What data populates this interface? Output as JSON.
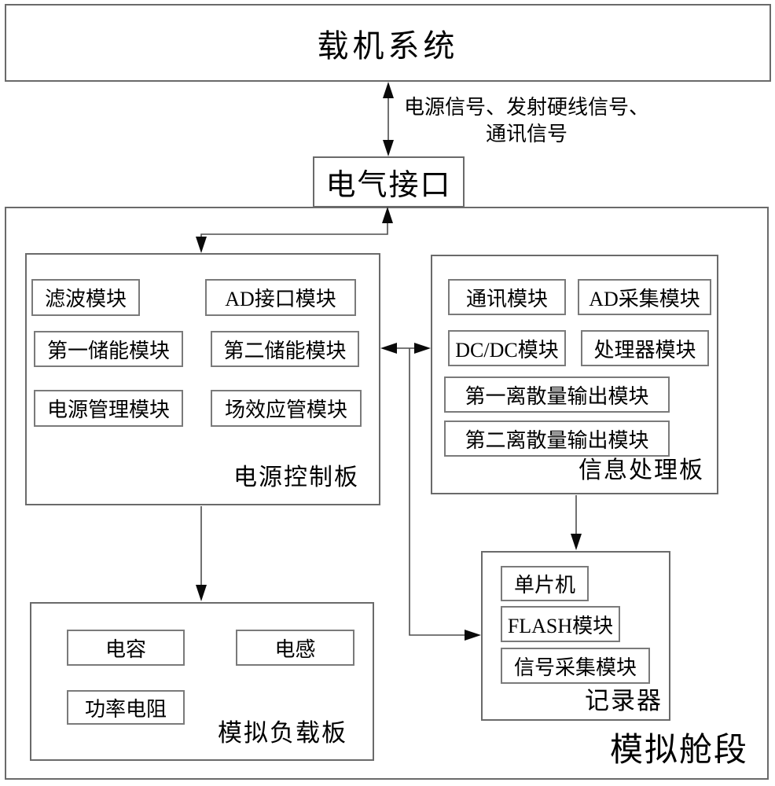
{
  "carrier_system": {
    "label": "载机系统"
  },
  "signal_label": {
    "line1": "电源信号、发射硬线信号、",
    "line2": "通讯信号"
  },
  "electrical_interface": {
    "label": "电气接口"
  },
  "simulation_cabin": {
    "label": "模拟舱段"
  },
  "power_control_board": {
    "caption": "电源控制板",
    "modules": [
      "滤波模块",
      "AD接口模块",
      "第一储能模块",
      "第二储能模块",
      "电源管理模块",
      "场效应管模块"
    ]
  },
  "info_processing_board": {
    "caption": "信息处理板",
    "modules": [
      "通讯模块",
      "AD采集模块",
      "DC/DC模块",
      "处理器模块",
      "第一离散量输出模块",
      "第二离散量输出模块"
    ]
  },
  "recorder": {
    "caption": "记录器",
    "modules": [
      "单片机",
      "FLASH模块",
      "信号采集模块"
    ]
  },
  "simulated_load_board": {
    "caption": "模拟负载板",
    "modules": [
      "电容",
      "电感",
      "功率电阻"
    ]
  },
  "colors": {
    "box_border": "#6a6a6a",
    "module_border": "#7a7a7a",
    "line": "#4d4d4d",
    "arrowhead": "#0a0a0a",
    "text": "#000000",
    "background": "#ffffff"
  }
}
